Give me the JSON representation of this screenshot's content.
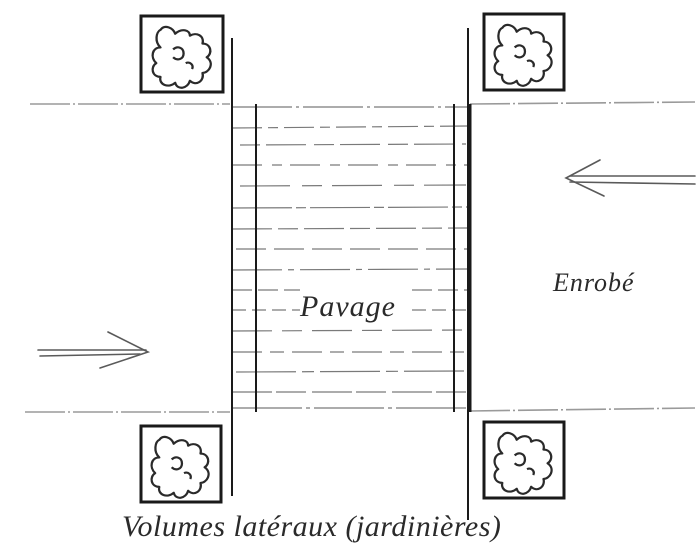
{
  "labels": {
    "pavage": "Pavage",
    "enrobe": "Enrobé",
    "volumes": "Volumes latéraux (jardinières)"
  },
  "colors": {
    "ink": "#2a2a2a",
    "hatch": "#7a7a7a",
    "road_edge": "#9a9a9a",
    "background": "#ffffff"
  },
  "icons": [
    "tree-planter-icon",
    "arrow-left-icon",
    "arrow-right-icon"
  ]
}
